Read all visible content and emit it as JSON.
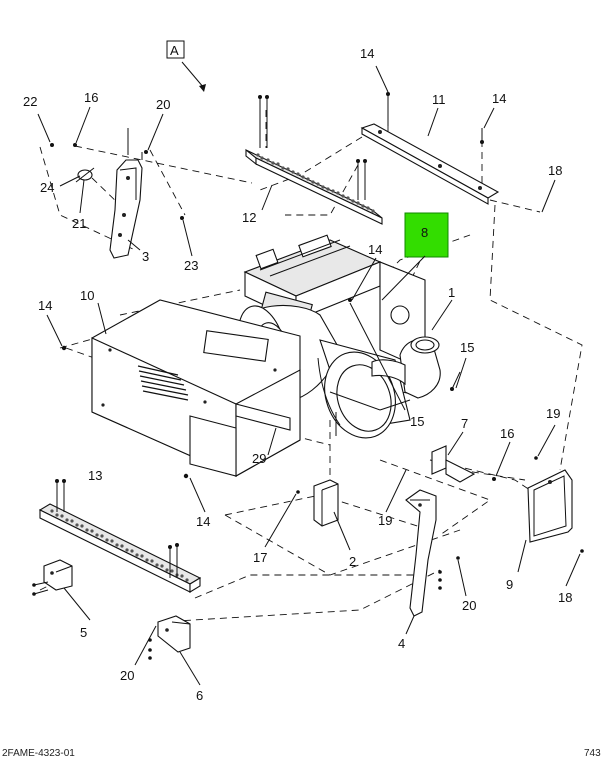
{
  "view_label": "A",
  "highlight_color": "#33dd00",
  "callouts": {
    "c14a": "14",
    "c11": "11",
    "c14b": "14",
    "c22": "22",
    "c16a": "16",
    "c20a": "20",
    "c18a": "18",
    "c24": "24",
    "c21": "21",
    "c12": "12",
    "c3": "3",
    "c23": "23",
    "c8": "8",
    "c14c": "14",
    "c1": "1",
    "c10": "10",
    "c14d": "14",
    "c15a": "15",
    "c15b": "15",
    "c7": "7",
    "c19a": "19",
    "c16b": "16",
    "c29": "29",
    "c14e": "14",
    "c13": "13",
    "c17": "17",
    "c2": "2",
    "c19b": "19",
    "c9": "9",
    "c18b": "18",
    "c20b": "20",
    "c5": "5",
    "c4": "4",
    "c20c": "20",
    "c6": "6"
  },
  "footer": {
    "left": "2FAME-4323-01",
    "right": "743"
  }
}
